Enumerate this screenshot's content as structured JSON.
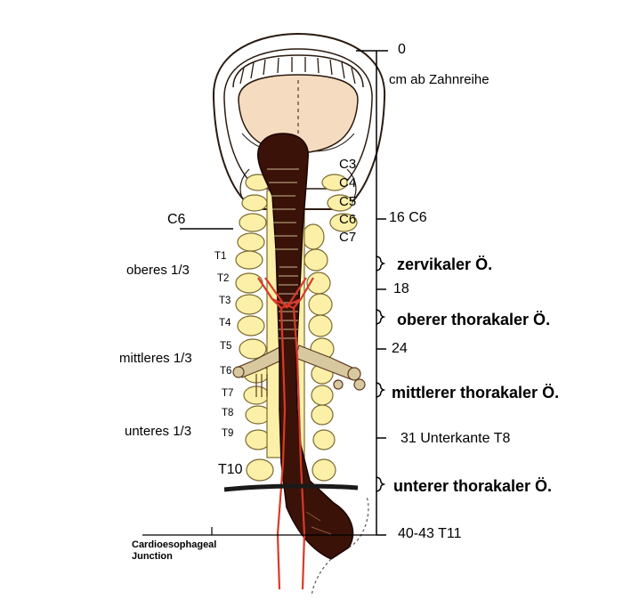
{
  "ruler": {
    "start_mark": "0",
    "unit_label": "cm ab Zahnreihe",
    "marks": [
      "16 C6",
      "18",
      "24",
      "31 Unterkante T8",
      "40-43 T11"
    ]
  },
  "cervical_vertebrae": [
    "C3",
    "C4",
    "C5",
    "C6",
    "C7"
  ],
  "left_level_label": "C6",
  "thoracic_vertebrae": [
    "T1",
    "T2",
    "T3",
    "T4",
    "T5",
    "T6",
    "T7",
    "T8",
    "T9",
    "T10"
  ],
  "thirds": [
    "oberes 1/3",
    "mittleres 1/3",
    "unteres 1/3"
  ],
  "segments": [
    "zervikaler Ö.",
    "oberer thorakaler Ö.",
    "mittlerer thorakaler Ö.",
    "unterer thorakaler Ö."
  ],
  "junction_label": [
    "Cardioesophageal",
    "Junction"
  ],
  "colors": {
    "tissue": "#f5dcc0",
    "esophagus": "#3a1208",
    "bone": "#fcf0a8",
    "vessels": "#d83a2a"
  }
}
